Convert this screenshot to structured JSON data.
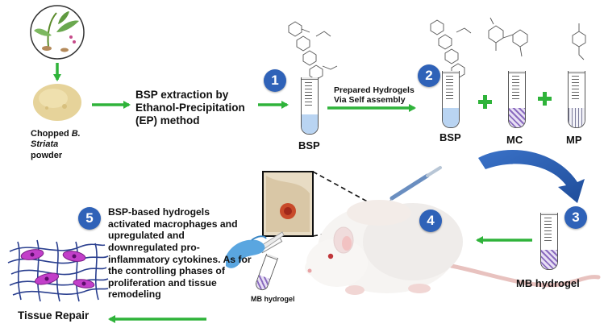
{
  "steps": {
    "extraction": "BSP extraction by Ethanol-Precipitation (EP) method",
    "s1": "1",
    "prepared": "Prepared Hydrogels Via Self assembly",
    "s2": "2",
    "s3": "3",
    "s4": "4",
    "s5": "5",
    "effect": "BSP-based hydrogels activated macrophages and upregulated and downregulated pro-inflammatory cytokines. As for the controlling phases of proliferation and tissue remodeling"
  },
  "powder_label": {
    "prefix": "Chopped",
    "italic": "B. Striata",
    "suffix": "powder"
  },
  "labels": {
    "bsp_1": "BSP",
    "bsp_2": "BSP",
    "mc": "MC",
    "mp": "MP",
    "plus1": "+",
    "plus2": "+",
    "mb_hydrogel": "MB hydrogel",
    "mb_hydrogel_small": "MB hydrogel",
    "tissue_repair": "Tissue Repair"
  },
  "colors": {
    "arrow_green": "#2fb33a",
    "badge_blue": "#2f62b8",
    "curved_arrow_blue": "#2d5fb0"
  }
}
